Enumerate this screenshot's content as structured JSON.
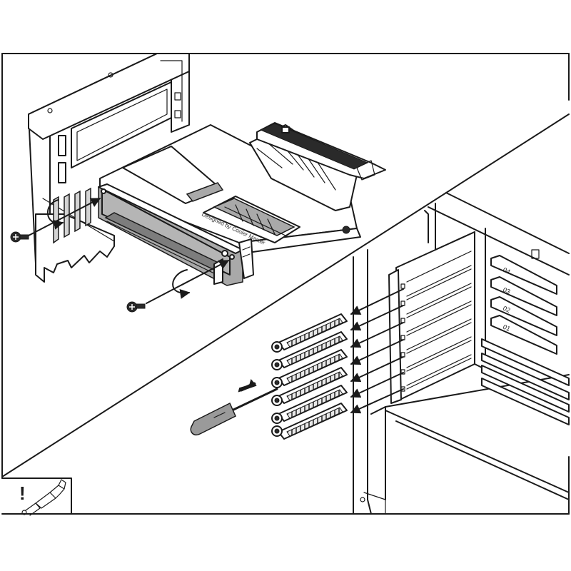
{
  "diagram": {
    "panels": [
      "riser-bracket-install",
      "pci-slot-cover-removal"
    ],
    "colors": {
      "line": "#1a1a1a",
      "fill_gray": "#a9a9a9",
      "fill_light_gray": "#d4d4d4",
      "background": "#ffffff"
    },
    "icons": [
      "screw-icon",
      "rotate-arrow-icon",
      "screwdriver-icon",
      "warning-exclamation-icon",
      "tool-icon"
    ],
    "slot_cover_count": 7
  },
  "labels": {
    "pcb_silkscreen": "Designed by Cooler Master",
    "card_marks": [
      "04",
      "03",
      "02",
      "01"
    ],
    "warning_mark": "!"
  }
}
